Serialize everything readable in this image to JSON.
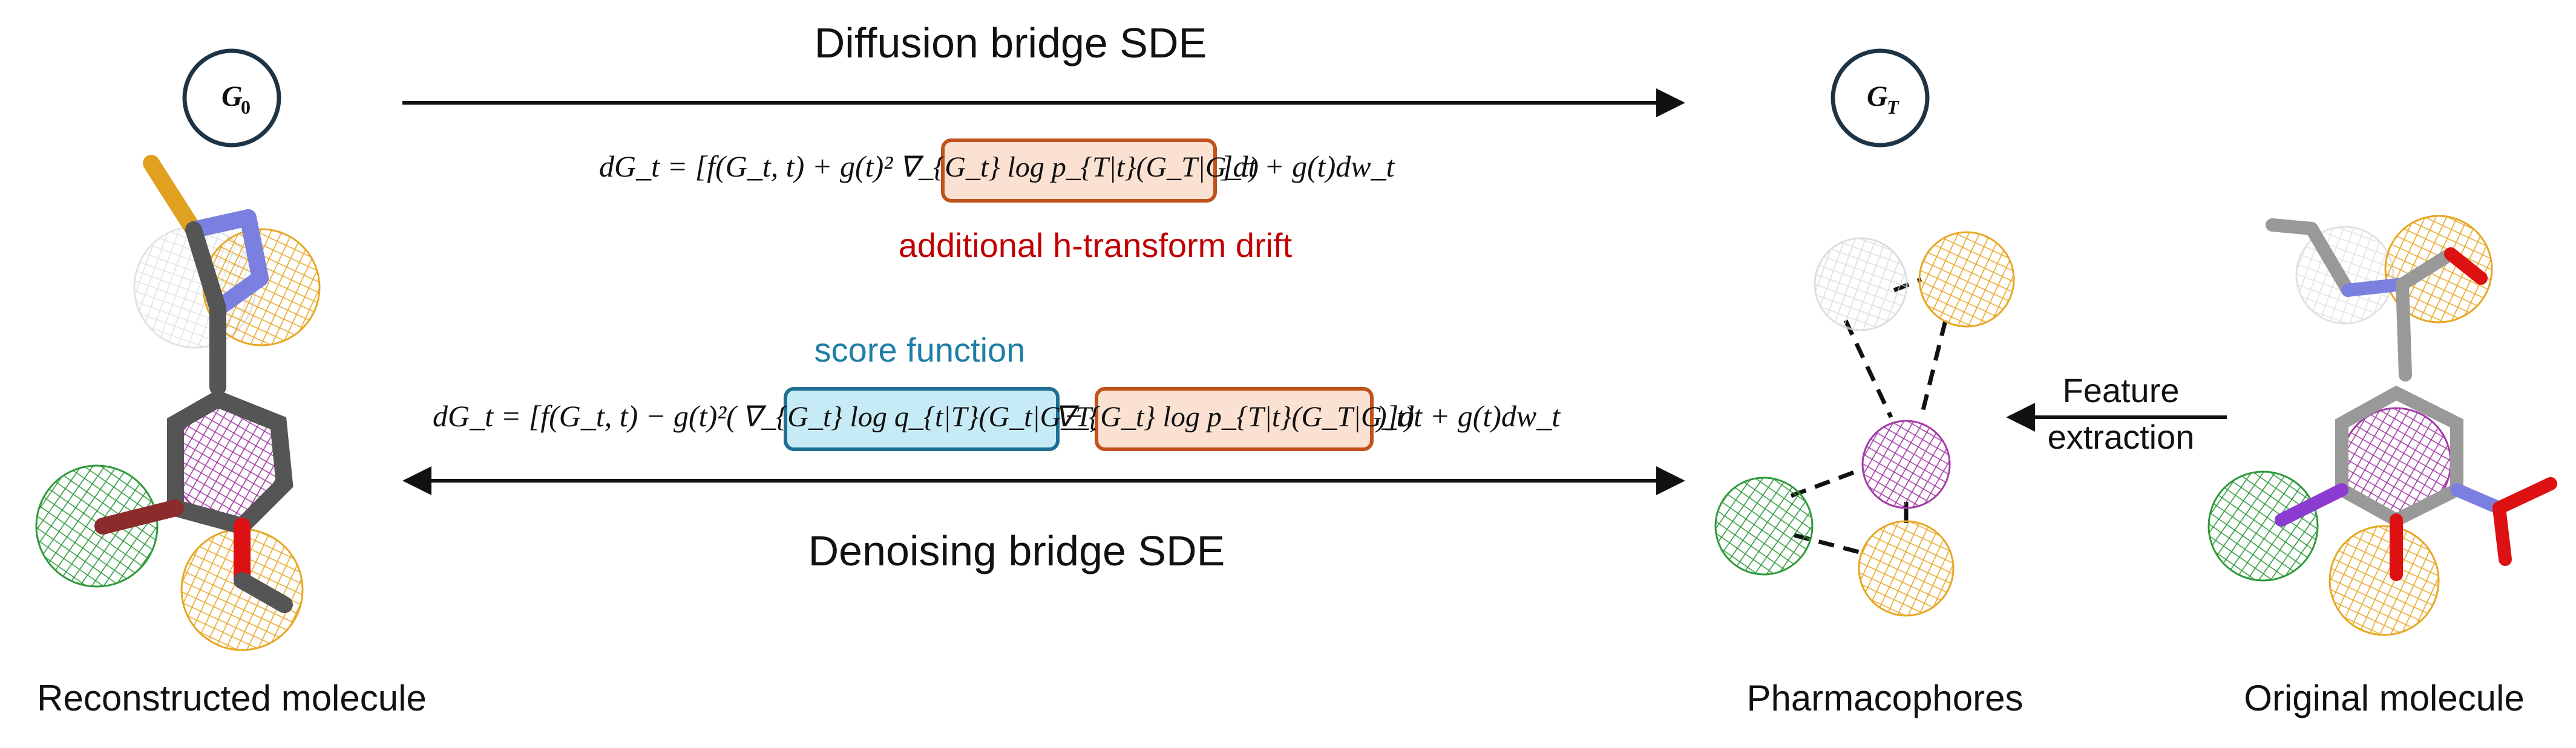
{
  "nodes": {
    "g0": {
      "base": "G",
      "sub": "0"
    },
    "gT": {
      "base": "G",
      "sub": "T"
    }
  },
  "arrows": {
    "forward_label": "Diffusion bridge SDE",
    "backward_label": "Denoising bridge SDE",
    "feature_label_line1": "Feature",
    "feature_label_line2": "extraction"
  },
  "equations": {
    "forward_lhs": "dG_t = [f(G_t, t) + g(t)²",
    "forward_boxed": "∇_{G_t} log p_{T|t}(G_T|G_t)",
    "forward_rhs": "]dt + g(t)dw_t",
    "forward_note": "additional h-transform drift",
    "backward_lhs": "dG_t = [f(G_t, t) − g(t)²(",
    "backward_score": "∇_{G_t} log q_{t|T}(G_t|G_T)",
    "backward_minus": "−",
    "backward_boxed": "∇_{G_t} log p_{T|t}(G_T|G_t)",
    "backward_rhs": ")]dt + g(t)dw_t",
    "score_note": "score function"
  },
  "captions": {
    "left": "Reconstructed molecule",
    "middle": "Pharmacophores",
    "right": "Original molecule"
  },
  "colors": {
    "h_transform_box_stroke": "#c0521b",
    "h_transform_box_fill": "#fbe1d2",
    "h_transform_text": "#c00000",
    "score_box_stroke": "#1f6f93",
    "score_box_fill": "#c6ebf7",
    "score_text": "#1f7ea6",
    "node_stroke": "#1d3446",
    "aromatic_sphere": "#a23ba6",
    "acceptor_sphere": "#e7a724",
    "hydrophobic_sphere": "#2e9a3a",
    "donor_sphere": "#c9c9c9"
  }
}
